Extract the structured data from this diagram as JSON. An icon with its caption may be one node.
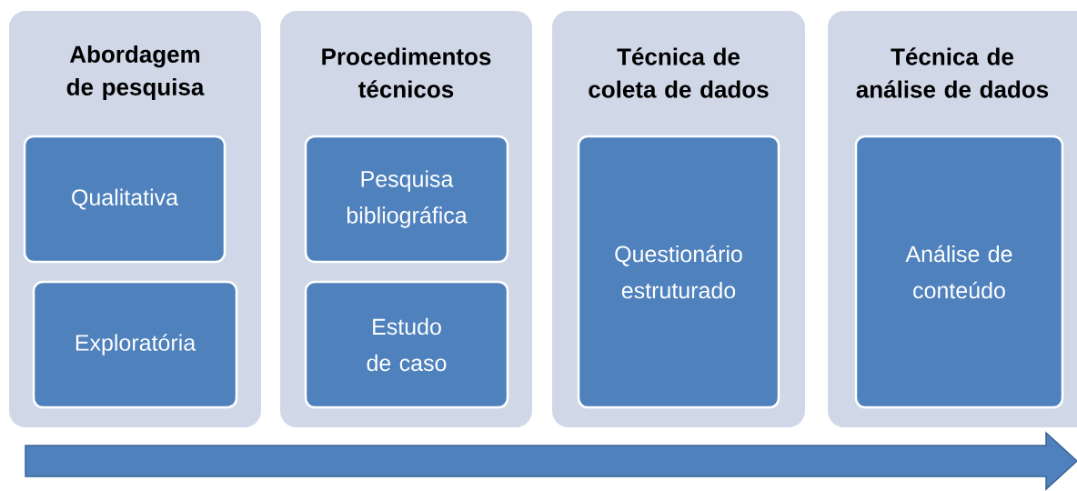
{
  "diagram": {
    "nodes": [
      {
        "text": [
          "Abordagem de pesquisa"
        ]
      },
      {
        "text": [
          "Qualitativa"
        ],
        "in": 0
      },
      {
        "text": [
          "Exploratória"
        ],
        "in": 0
      },
      {
        "text": [
          "Procedimentos técnicos"
        ]
      },
      {
        "text": [
          "Pesquisa bibliográfica"
        ],
        "in": 3
      },
      {
        "text": [
          "Estudo de caso"
        ],
        "in": 3
      },
      {
        "text": [
          "Técnica de coleta de dados"
        ]
      },
      {
        "text": [
          "Questionário estruturado"
        ],
        "in": 6
      },
      {
        "text": [
          "Técnica de análise de dados"
        ]
      },
      {
        "text": [
          "Análise de conteúdo"
        ],
        "in": 8
      }
    ]
  }
}
